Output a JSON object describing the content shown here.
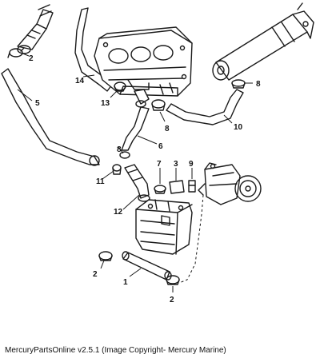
{
  "callouts": {
    "c1": "1",
    "c2a": "2",
    "c2b": "2",
    "c2c": "2",
    "c3": "3",
    "c5": "5",
    "c6": "6",
    "c7": "7",
    "c8a": "8",
    "c8b": "8",
    "c8c": "8",
    "c9": "9",
    "c10": "10",
    "c11": "11",
    "c12": "12",
    "c13": "13",
    "c14": "14"
  },
  "caption": "MercuryPartsOnline v2.5.1 (Image Copyright- Mercury Marine)"
}
